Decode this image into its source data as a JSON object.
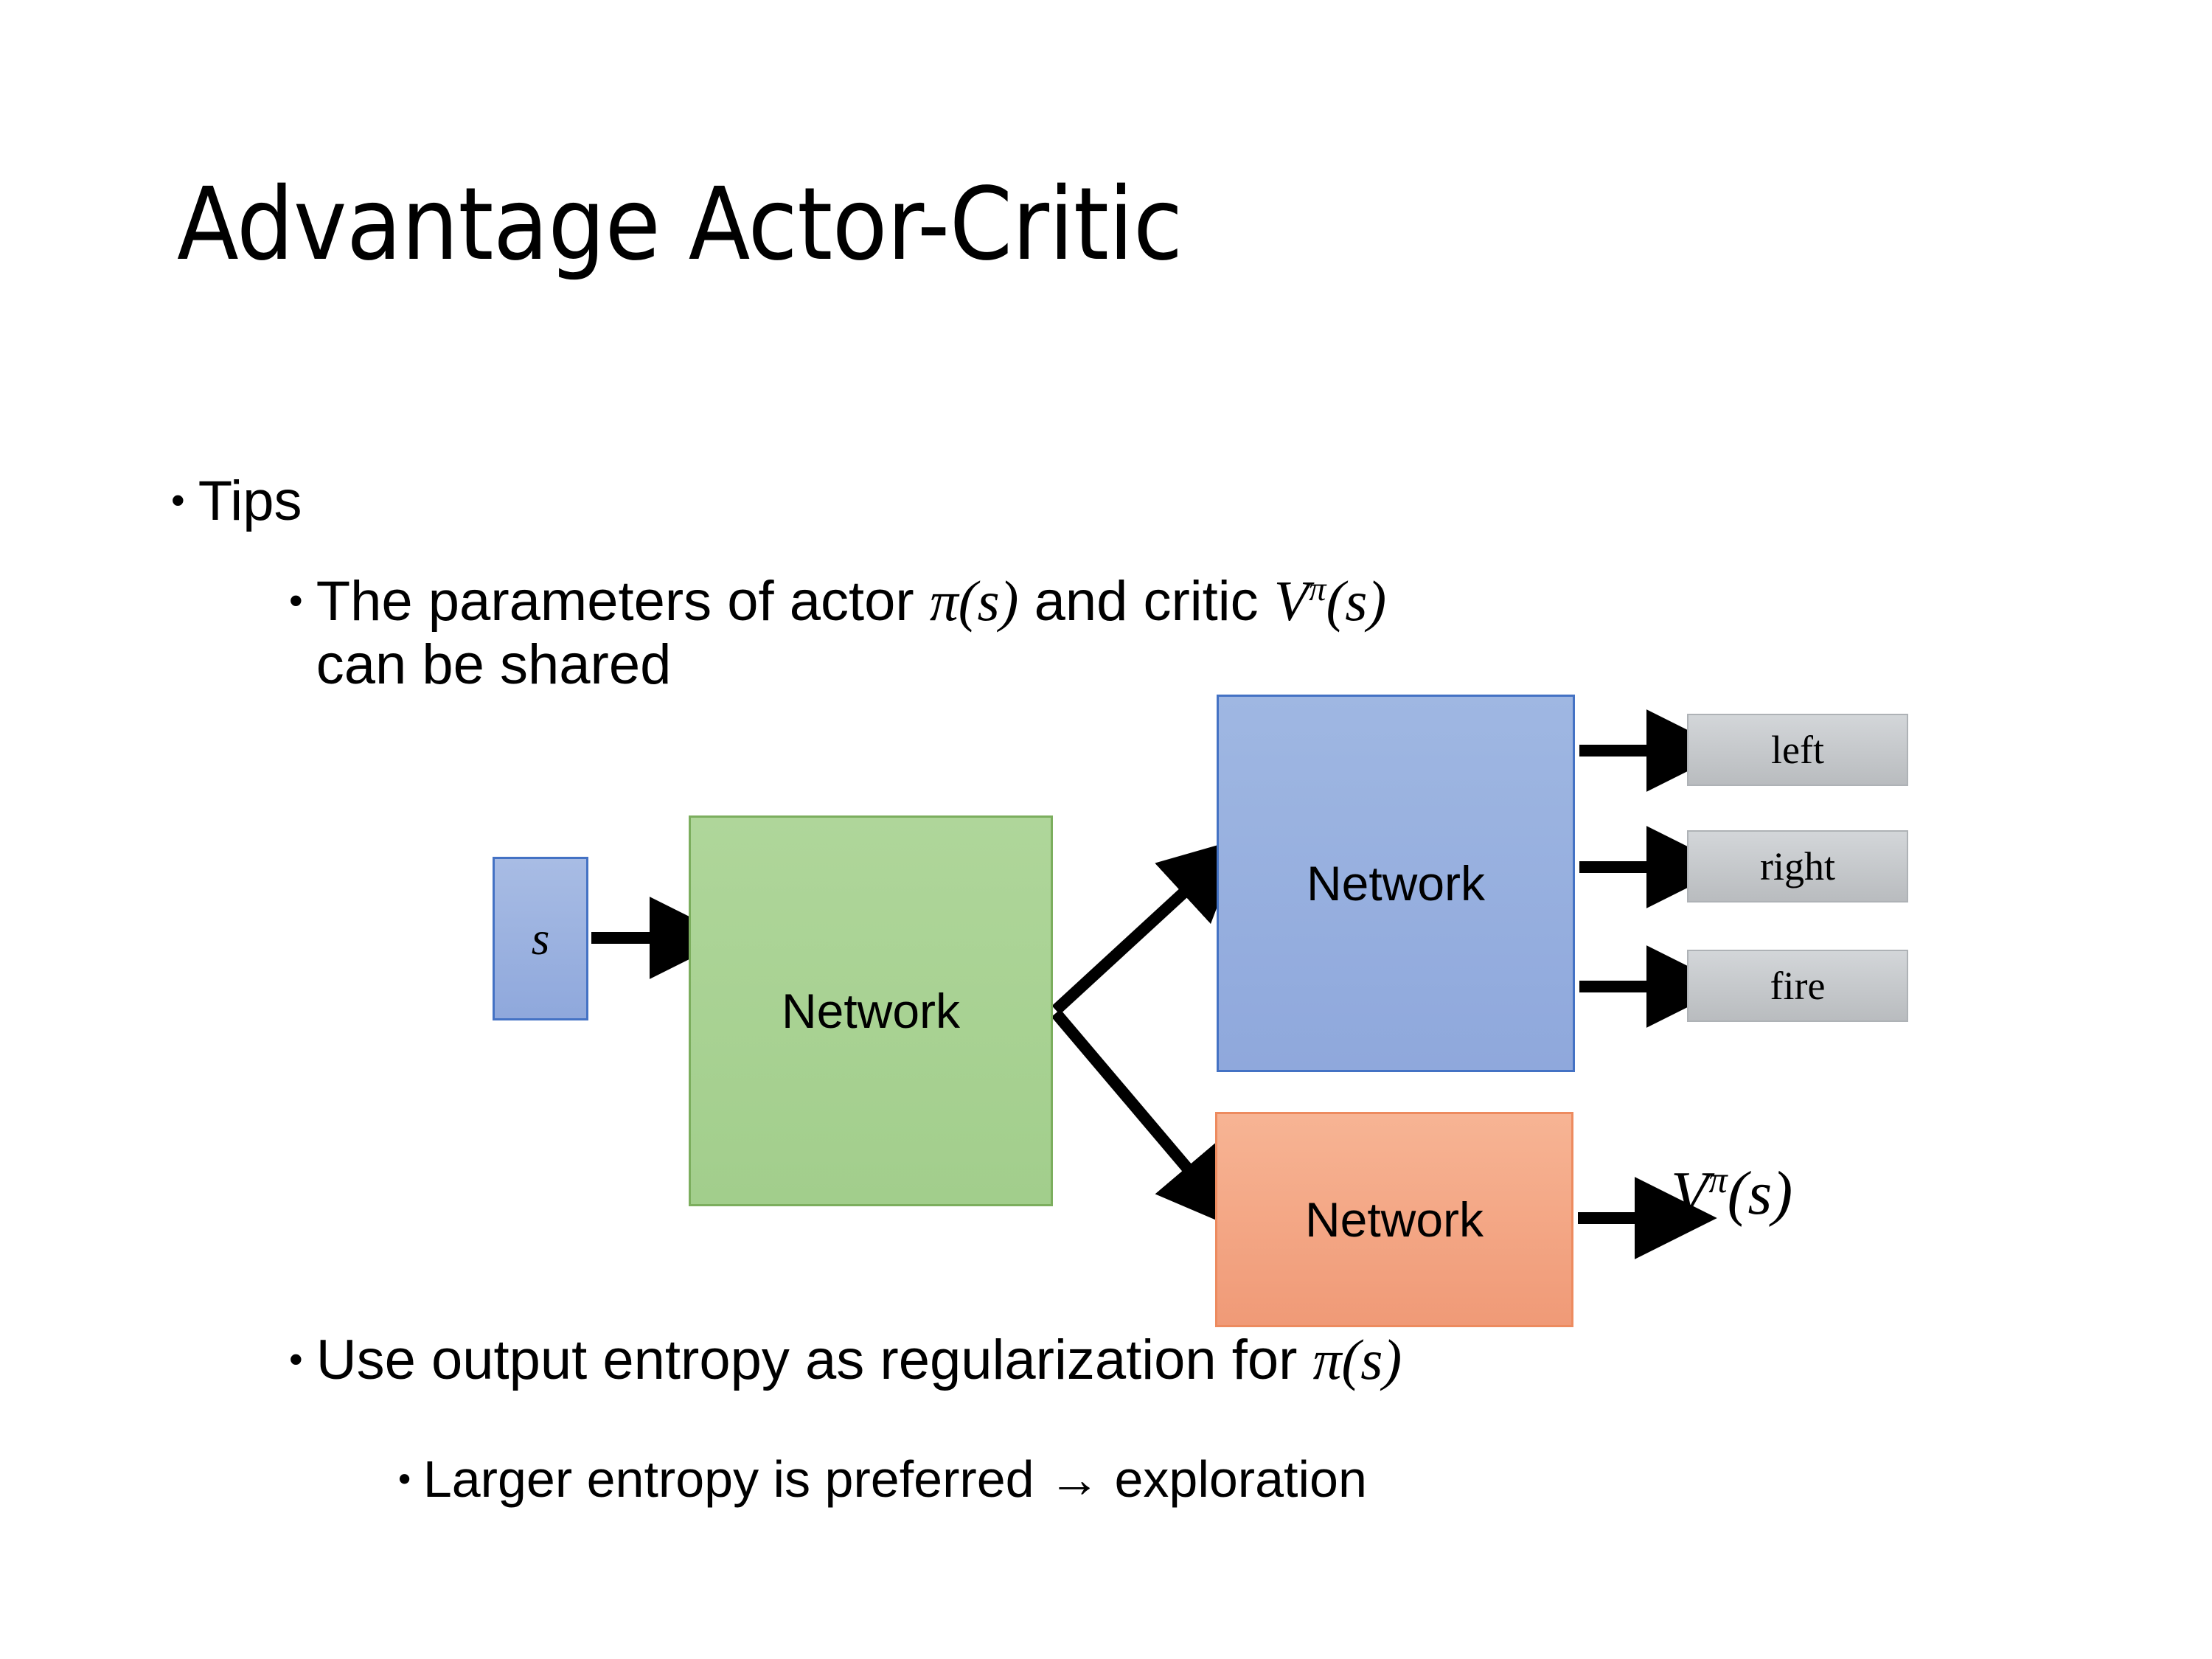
{
  "slide": {
    "title": "Advantage Actor-Critic",
    "background_color": "#FFFFFF",
    "text_color": "#000000"
  },
  "bullets": {
    "tips": {
      "marker": "•",
      "text": "Tips"
    },
    "shared_params": {
      "marker": "•",
      "text_before": "The parameters of actor ",
      "math_actor": "π(s)",
      "text_middle": "  and critic ",
      "math_critic_base": "V",
      "math_critic_sup": "π",
      "math_critic_arg": "(s)",
      "text_after": "can be shared",
      "full_text": "The parameters of actor π(s)  and critic Vπ(s) can be shared"
    },
    "entropy": {
      "marker": "•",
      "text_before": "Use output entropy as regularization for ",
      "math": "π(s)",
      "full_text": "Use output entropy as regularization for π(s)"
    },
    "larger_entropy": {
      "marker": "•",
      "text": "Larger entropy is preferred → exploration",
      "arrow_glyph": "→"
    }
  },
  "diagram": {
    "input_box": {
      "label": "s",
      "fill": "#95AEDC",
      "border": "#4472C4"
    },
    "shared_network": {
      "label": "Network",
      "fill": "#A9D18E",
      "border": "#7CAE5E"
    },
    "actor_network": {
      "label": "Network",
      "fill": "#95B3E0",
      "border": "#4472C4"
    },
    "critic_network": {
      "label": "Network",
      "fill": "#F4A582",
      "border": "#ED8B5F"
    },
    "action_outputs": [
      {
        "label": "left",
        "fill": "#C6C9CC",
        "border": "#AEB2B6"
      },
      {
        "label": "right",
        "fill": "#C6C9CC",
        "border": "#AEB2B6"
      },
      {
        "label": "fire",
        "fill": "#C6C9CC",
        "border": "#AEB2B6"
      }
    ],
    "value_output": {
      "base": "V",
      "superscript": "π",
      "argument": "(s)",
      "label": "Vπ(s)"
    },
    "arrow_color": "#000000"
  }
}
